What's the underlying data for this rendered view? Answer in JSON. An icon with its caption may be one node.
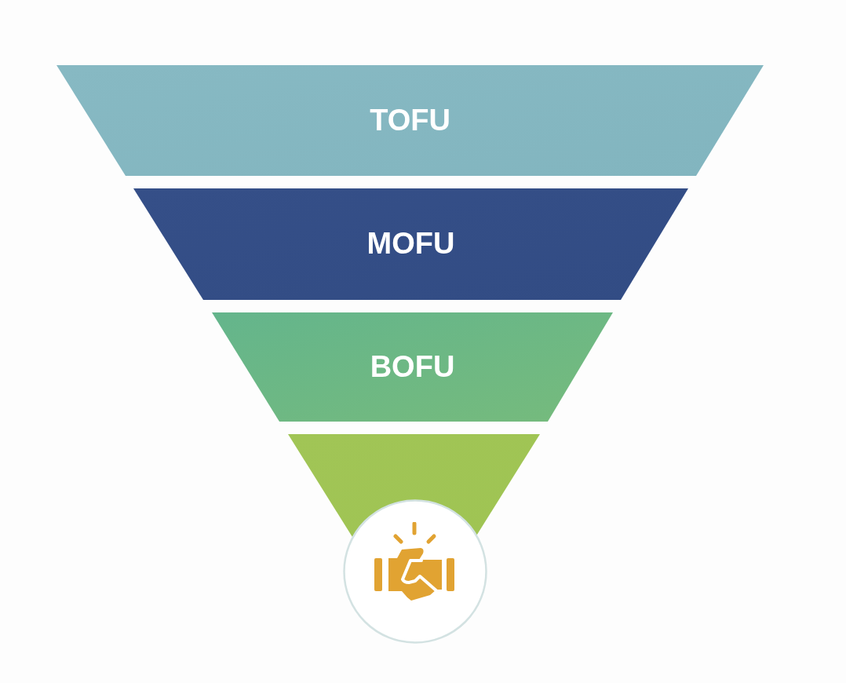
{
  "diagram": {
    "nodes": [
      {
        "text": [
          "TOFU"
        ]
      },
      {
        "text": [
          "MOFU"
        ]
      },
      {
        "text": [
          "BOFU"
        ]
      },
      {
        "text": [],
        "shape": "trapezoid"
      },
      {
        "text": [],
        "shape": "circle"
      }
    ]
  }
}
